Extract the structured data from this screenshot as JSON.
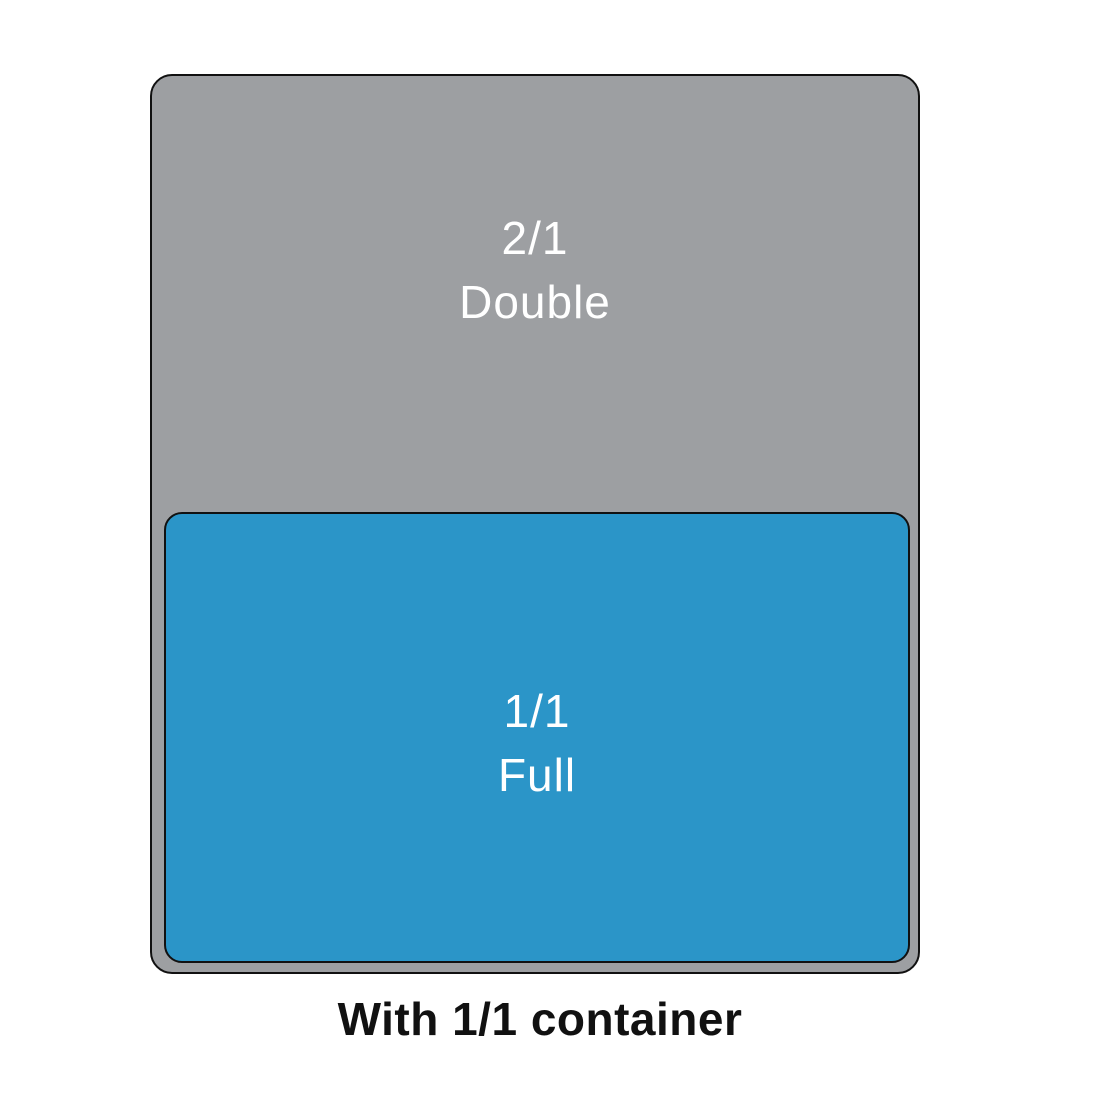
{
  "diagram": {
    "caption": "With 1/1 container",
    "pans": [
      {
        "size_label": "2/1",
        "name_label": "Double",
        "fill_color": "#9d9fa2"
      },
      {
        "size_label": "1/1",
        "name_label": "Full",
        "fill_color": "#2b95c8"
      }
    ],
    "colors": {
      "background": "#ffffff",
      "outline": "#111111",
      "pan_label_text": "#ffffff",
      "caption_text": "#111111"
    }
  }
}
